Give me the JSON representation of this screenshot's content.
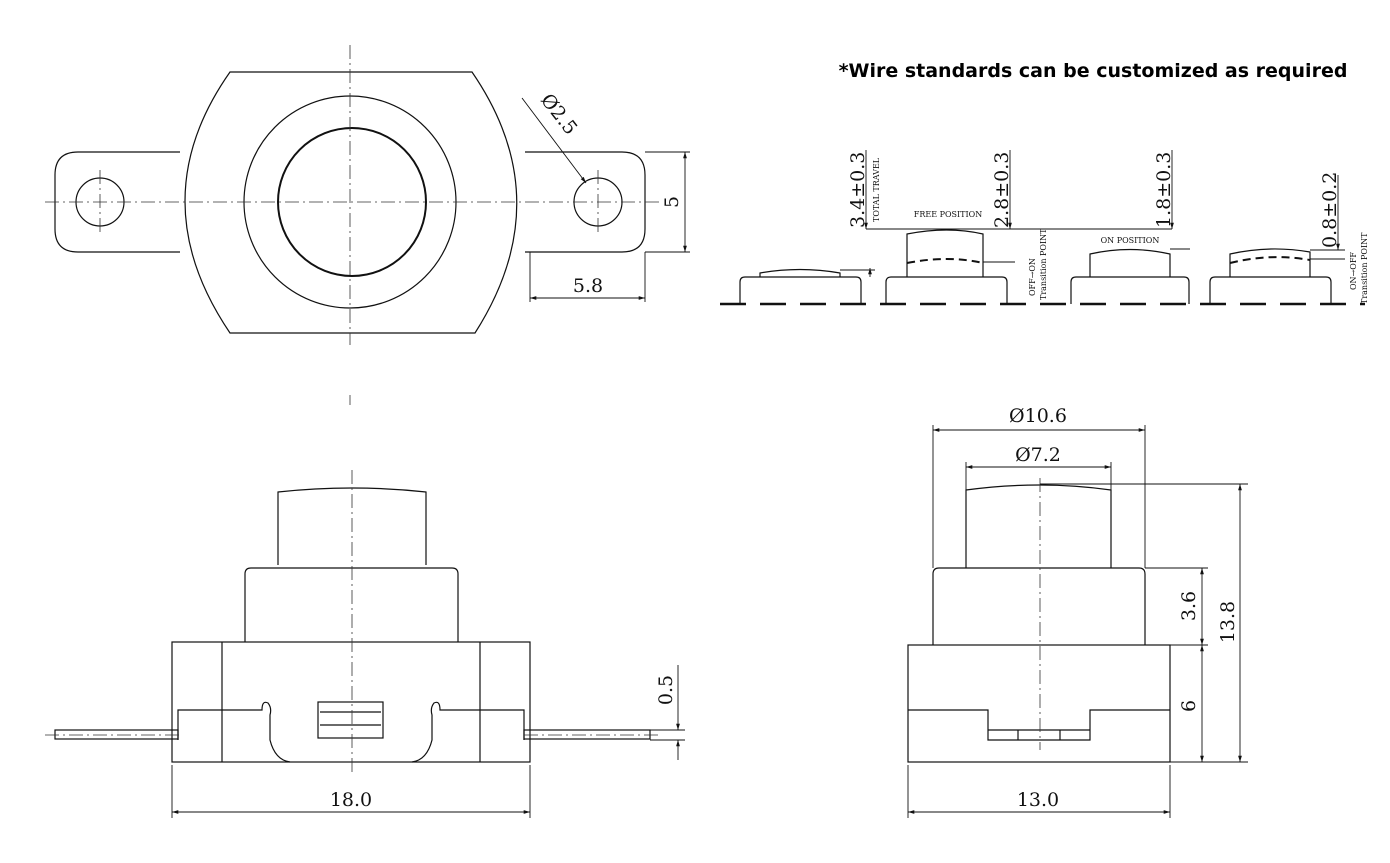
{
  "note": "*Wire standards can be customized as required",
  "top_view": {
    "hole_dia": "Ø2.5",
    "height": "5",
    "offset": "5.8"
  },
  "travel": {
    "total": "3.4±0.3",
    "total_label": "TOTAL TRAVEL",
    "free_label": "FREE POSITION",
    "free": "2.8±0.3",
    "on_label": "ON POSITION",
    "on": "1.8±0.3",
    "off_on": "OFF→ON",
    "off_on_sub": "Transition POINT",
    "on_off": "ON→OFF",
    "on_off_sub": "Transition POINT",
    "on_off_val": "0.8±0.2"
  },
  "front_view": {
    "width": "18.0",
    "pin": "0.5"
  },
  "side_view": {
    "outer_dia": "Ø10.6",
    "button_dia": "Ø7.2",
    "total_h": "13.8",
    "cap_h": "3.6",
    "base_h": "6",
    "width": "13.0"
  }
}
